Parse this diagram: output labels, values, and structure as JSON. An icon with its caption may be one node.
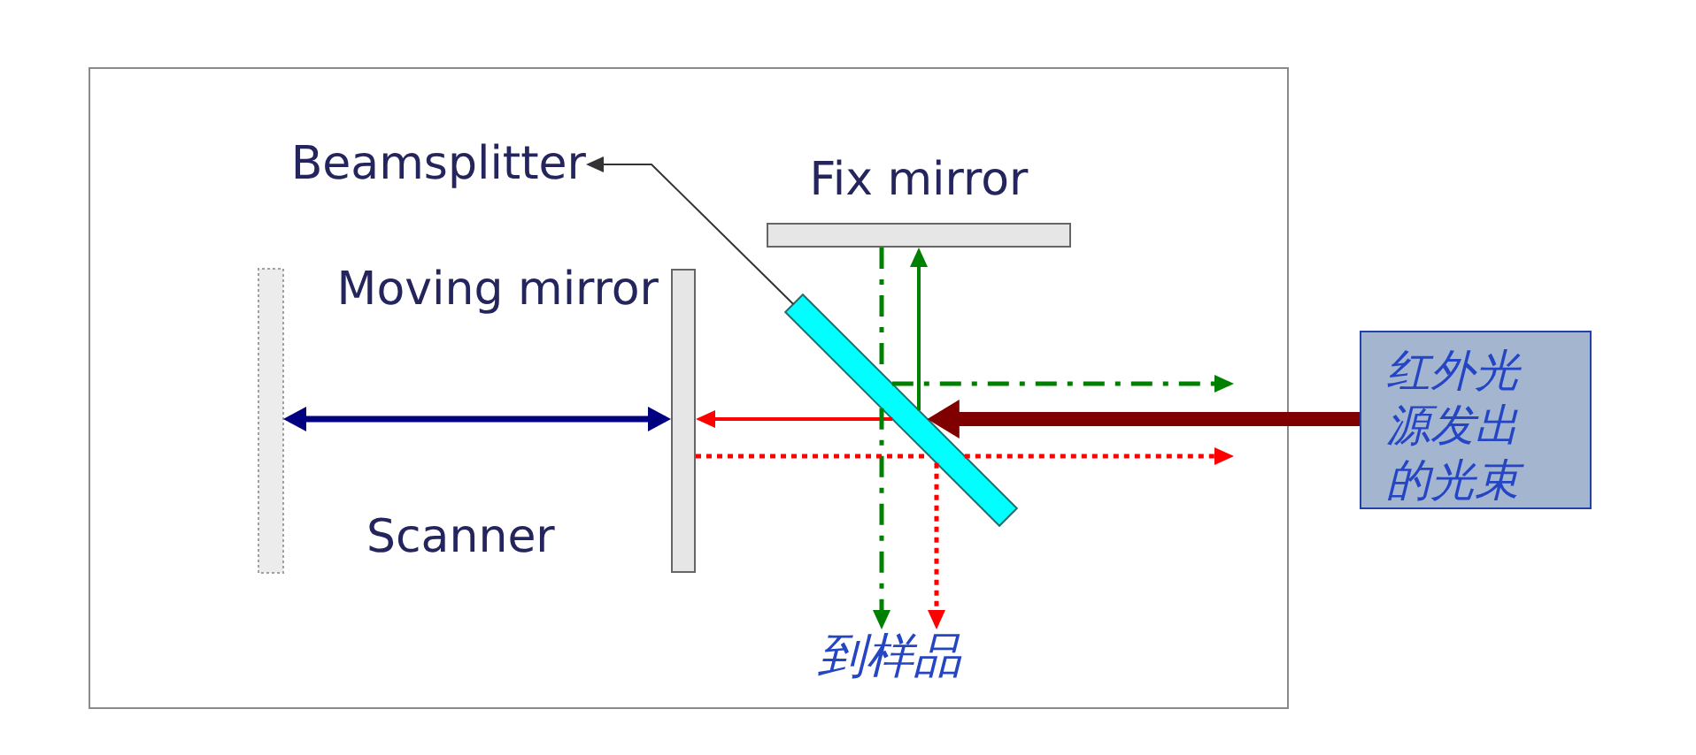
{
  "diagram": {
    "nodes": [
      {
        "text": [
          "Beamsplitter"
        ]
      },
      {
        "text": [
          "Fix mirror"
        ]
      },
      {
        "text": [],
        "shape": "bar"
      },
      {
        "text": [
          "Moving mirror"
        ]
      },
      {
        "text": [],
        "shape": "bar"
      },
      {
        "text": [
          "红外光源发出的光束"
        ]
      },
      {
        "text": [
          "到样品"
        ]
      }
    ],
    "edges": [
      {
        "from": 4,
        "to": 0,
        "arrow": "to"
      },
      {
        "from": 2,
        "to": 3,
        "arrow": "both",
        "color": "#000080"
      },
      {
        "from": 5,
        "to": 4,
        "arrow": "to",
        "style": "thick",
        "color": "#800000"
      },
      {
        "from": 4,
        "to": 1,
        "arrow": "to",
        "color": "#008000"
      },
      {
        "from": 4,
        "to": 3,
        "arrow": "to",
        "color": "#ff0000"
      },
      {
        "from": 1,
        "to": 4,
        "arrow": "none",
        "style": "dashed",
        "color": "#008000"
      },
      {
        "from": 4,
        "to": 6,
        "arrow": "to",
        "style": "dashed",
        "color": "#008000"
      },
      {
        "from": 4,
        "to": null,
        "arrow": "to",
        "style": "dashed",
        "color": "#008000"
      },
      {
        "from": 3,
        "to": 4,
        "arrow": "none",
        "style": "dashed",
        "color": "#ff0000"
      },
      {
        "from": 4,
        "to": null,
        "arrow": "to",
        "style": "dashed",
        "color": "#ff0000"
      },
      {
        "from": 4,
        "to": 6,
        "arrow": "to",
        "style": "dashed",
        "color": "#ff0000"
      }
    ],
    "labels": [
      "Scanner"
    ]
  }
}
